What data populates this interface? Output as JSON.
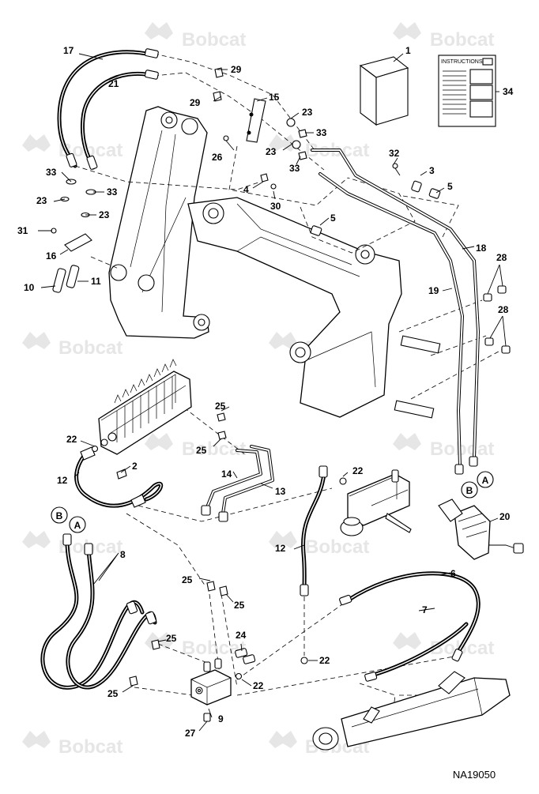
{
  "watermark": {
    "brand": "Bobcat"
  },
  "figure_code": "NA19050",
  "instructions_label": "INSTRUCTIONS",
  "callouts": {
    "c1": "1",
    "c2": "2",
    "c3": "3",
    "c4": "4",
    "c5a": "5",
    "c5b": "5",
    "c6": "6",
    "c7": "7",
    "c8": "8",
    "c9": "9",
    "c10": "10",
    "c11": "11",
    "c12a": "12",
    "c12b": "12",
    "c13": "13",
    "c14": "14",
    "c15": "15",
    "c16": "16",
    "c17": "17",
    "c18": "18",
    "c19": "19",
    "c20": "20",
    "c21": "21",
    "c22a": "22",
    "c22b": "22",
    "c22c": "22",
    "c22d": "22",
    "c23a": "23",
    "c23b": "23",
    "c23c": "23",
    "c23d": "23",
    "c24": "24",
    "c25a": "25",
    "c25b": "25",
    "c25c": "25",
    "c25d": "25",
    "c25e": "25",
    "c25f": "25",
    "c26": "26",
    "c27": "27",
    "c28a": "28",
    "c28b": "28",
    "c29a": "29",
    "c29b": "29",
    "c30": "30",
    "c31": "31",
    "c32": "32",
    "c33a": "33",
    "c33b": "33",
    "c33c": "33",
    "c33d": "33",
    "c34": "34"
  },
  "port_labels": {
    "a_top": "A",
    "b_top": "B",
    "a_left": "A",
    "b_left": "B"
  }
}
